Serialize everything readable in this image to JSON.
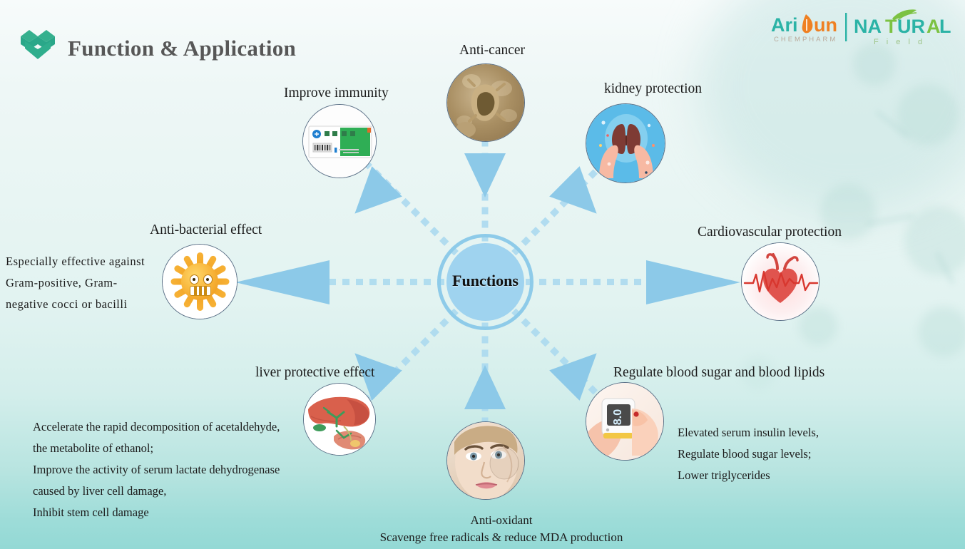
{
  "page": {
    "title": "Function & Application",
    "logo_icon": "open-box-icon"
  },
  "brand": {
    "primary_a": "Ari",
    "primary_b": "un",
    "primary_sub": "CHEMPHARM",
    "secondary": "NATURAL",
    "secondary_sub": "F i e l d"
  },
  "center": {
    "label": "Functions"
  },
  "nodes": [
    {
      "id": "anti-cancer",
      "label": "Anti-cancer",
      "icon": "cancer-cell-photo"
    },
    {
      "id": "kidney-protection",
      "label": "kidney protection",
      "icon": "kidneys-in-hands-icon"
    },
    {
      "id": "cardiovascular",
      "label": "Cardiovascular protection",
      "icon": "heart-ecg-icon"
    },
    {
      "id": "blood-sugar-lipids",
      "label": "Regulate blood sugar and blood lipids",
      "icon": "glucometer-photo"
    },
    {
      "id": "anti-oxidant",
      "label": "Anti-oxidant",
      "icon": "woman-face-photo"
    },
    {
      "id": "liver-protective",
      "label": "liver protective effect",
      "icon": "liver-illustration"
    },
    {
      "id": "anti-bacterial",
      "label": "Anti-bacterial effect",
      "icon": "bacteria-icon"
    },
    {
      "id": "improve-immunity",
      "label": "Improve immunity",
      "icon": "medicine-box-photo"
    }
  ],
  "descriptions": {
    "anti_bacterial": [
      "Especially effective against",
      "Gram-positive, Gram-",
      "negative cocci or bacilli"
    ],
    "liver": [
      "Accelerate the rapid decomposition of acetaldehyde,",
      "the metabolite of ethanol;",
      "Improve the activity of serum lactate dehydrogenase",
      "caused by liver cell damage,",
      "Inhibit stem cell damage"
    ],
    "blood_sugar": [
      "Elevated serum insulin levels,",
      "Regulate blood sugar levels;",
      "Lower triglycerides"
    ],
    "anti_oxidant": [
      "Anti-oxidant",
      "Scavenge free radicals & reduce MDA production"
    ]
  },
  "colors": {
    "accent_blue": "#9fd3ef",
    "arrow_blue": "#8cc9e8",
    "title_gray": "#575757",
    "logo_green": "#2fae8d",
    "brand_teal": "#2bb3a6",
    "brand_orange": "#ef8022",
    "bg_top": "#f7fbfb",
    "bg_bottom": "#93d9d5"
  }
}
